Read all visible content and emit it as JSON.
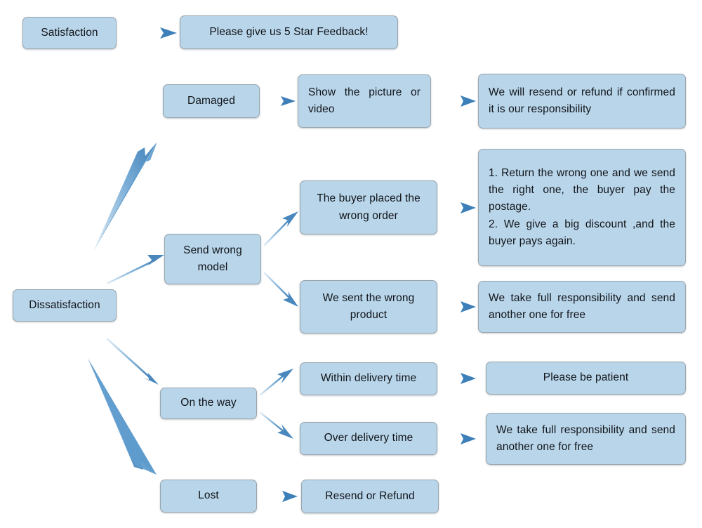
{
  "diagram": {
    "title": "Customer Satisfaction / Dissatisfaction Handling Flowchart",
    "colors": {
      "node_fill": "#b9d5ea",
      "node_border": "#9aa6ae",
      "arrow": "#4a87bd",
      "arrow_light": "#cfe0f0",
      "text": "#101418",
      "background": "#ffffff"
    },
    "nodes": {
      "satisfaction": "Satisfaction",
      "five_star": "Please give us 5 Star Feedback!",
      "dissatisfaction": "Dissatisfaction",
      "damaged": "Damaged",
      "show_picture": "Show the picture or video",
      "resend_refund_confirmed": "We will resend or refund if confirmed it is our responsibility",
      "send_wrong_model": "Send wrong model",
      "buyer_wrong_order": "The buyer placed the wrong order",
      "return_options": "1. Return the wrong one and we send the right one, the buyer pay the postage.\n2. We give a big discount ,and the buyer pays again.",
      "we_sent_wrong": "We sent the wrong product",
      "full_responsibility_1": "We take full responsibility and send another one for free",
      "on_the_way": "On the way",
      "within_delivery": "Within delivery time",
      "be_patient": "Please be patient",
      "over_delivery": "Over delivery time",
      "full_responsibility_2": "We take full responsibility and send another one for free",
      "lost": "Lost",
      "resend_or_refund": "Resend or Refund"
    },
    "edges": [
      {
        "name": "satisfaction-to-five-star",
        "from": "satisfaction",
        "to": "five_star",
        "style": "straight"
      },
      {
        "name": "damaged-to-show-picture",
        "from": "damaged",
        "to": "show_picture",
        "style": "straight"
      },
      {
        "name": "show-picture-to-resend-refund",
        "from": "show_picture",
        "to": "resend_refund_confirmed",
        "style": "straight"
      },
      {
        "name": "dissatisfaction-to-damaged",
        "from": "dissatisfaction",
        "to": "damaged",
        "style": "diagonal-up-long"
      },
      {
        "name": "dissatisfaction-to-send-wrong-model",
        "from": "dissatisfaction",
        "to": "send_wrong_model",
        "style": "diagonal-up"
      },
      {
        "name": "dissatisfaction-to-on-the-way",
        "from": "dissatisfaction",
        "to": "on_the_way",
        "style": "diagonal-down"
      },
      {
        "name": "dissatisfaction-to-lost",
        "from": "dissatisfaction",
        "to": "lost",
        "style": "diagonal-down-long"
      },
      {
        "name": "send-wrong-model-to-buyer-wrong-order",
        "from": "send_wrong_model",
        "to": "buyer_wrong_order",
        "style": "diagonal-up"
      },
      {
        "name": "send-wrong-model-to-we-sent-wrong",
        "from": "send_wrong_model",
        "to": "we_sent_wrong",
        "style": "diagonal-down"
      },
      {
        "name": "buyer-wrong-order-to-return-options",
        "from": "buyer_wrong_order",
        "to": "return_options",
        "style": "straight"
      },
      {
        "name": "we-sent-wrong-to-full-responsibility",
        "from": "we_sent_wrong",
        "to": "full_responsibility_1",
        "style": "straight"
      },
      {
        "name": "on-the-way-to-within-delivery",
        "from": "on_the_way",
        "to": "within_delivery",
        "style": "diagonal-up"
      },
      {
        "name": "on-the-way-to-over-delivery",
        "from": "on_the_way",
        "to": "over_delivery",
        "style": "diagonal-down"
      },
      {
        "name": "within-delivery-to-be-patient",
        "from": "within_delivery",
        "to": "be_patient",
        "style": "straight"
      },
      {
        "name": "over-delivery-to-full-responsibility",
        "from": "over_delivery",
        "to": "full_responsibility_2",
        "style": "straight"
      },
      {
        "name": "lost-to-resend-or-refund",
        "from": "lost",
        "to": "resend_or_refund",
        "style": "straight"
      }
    ]
  }
}
